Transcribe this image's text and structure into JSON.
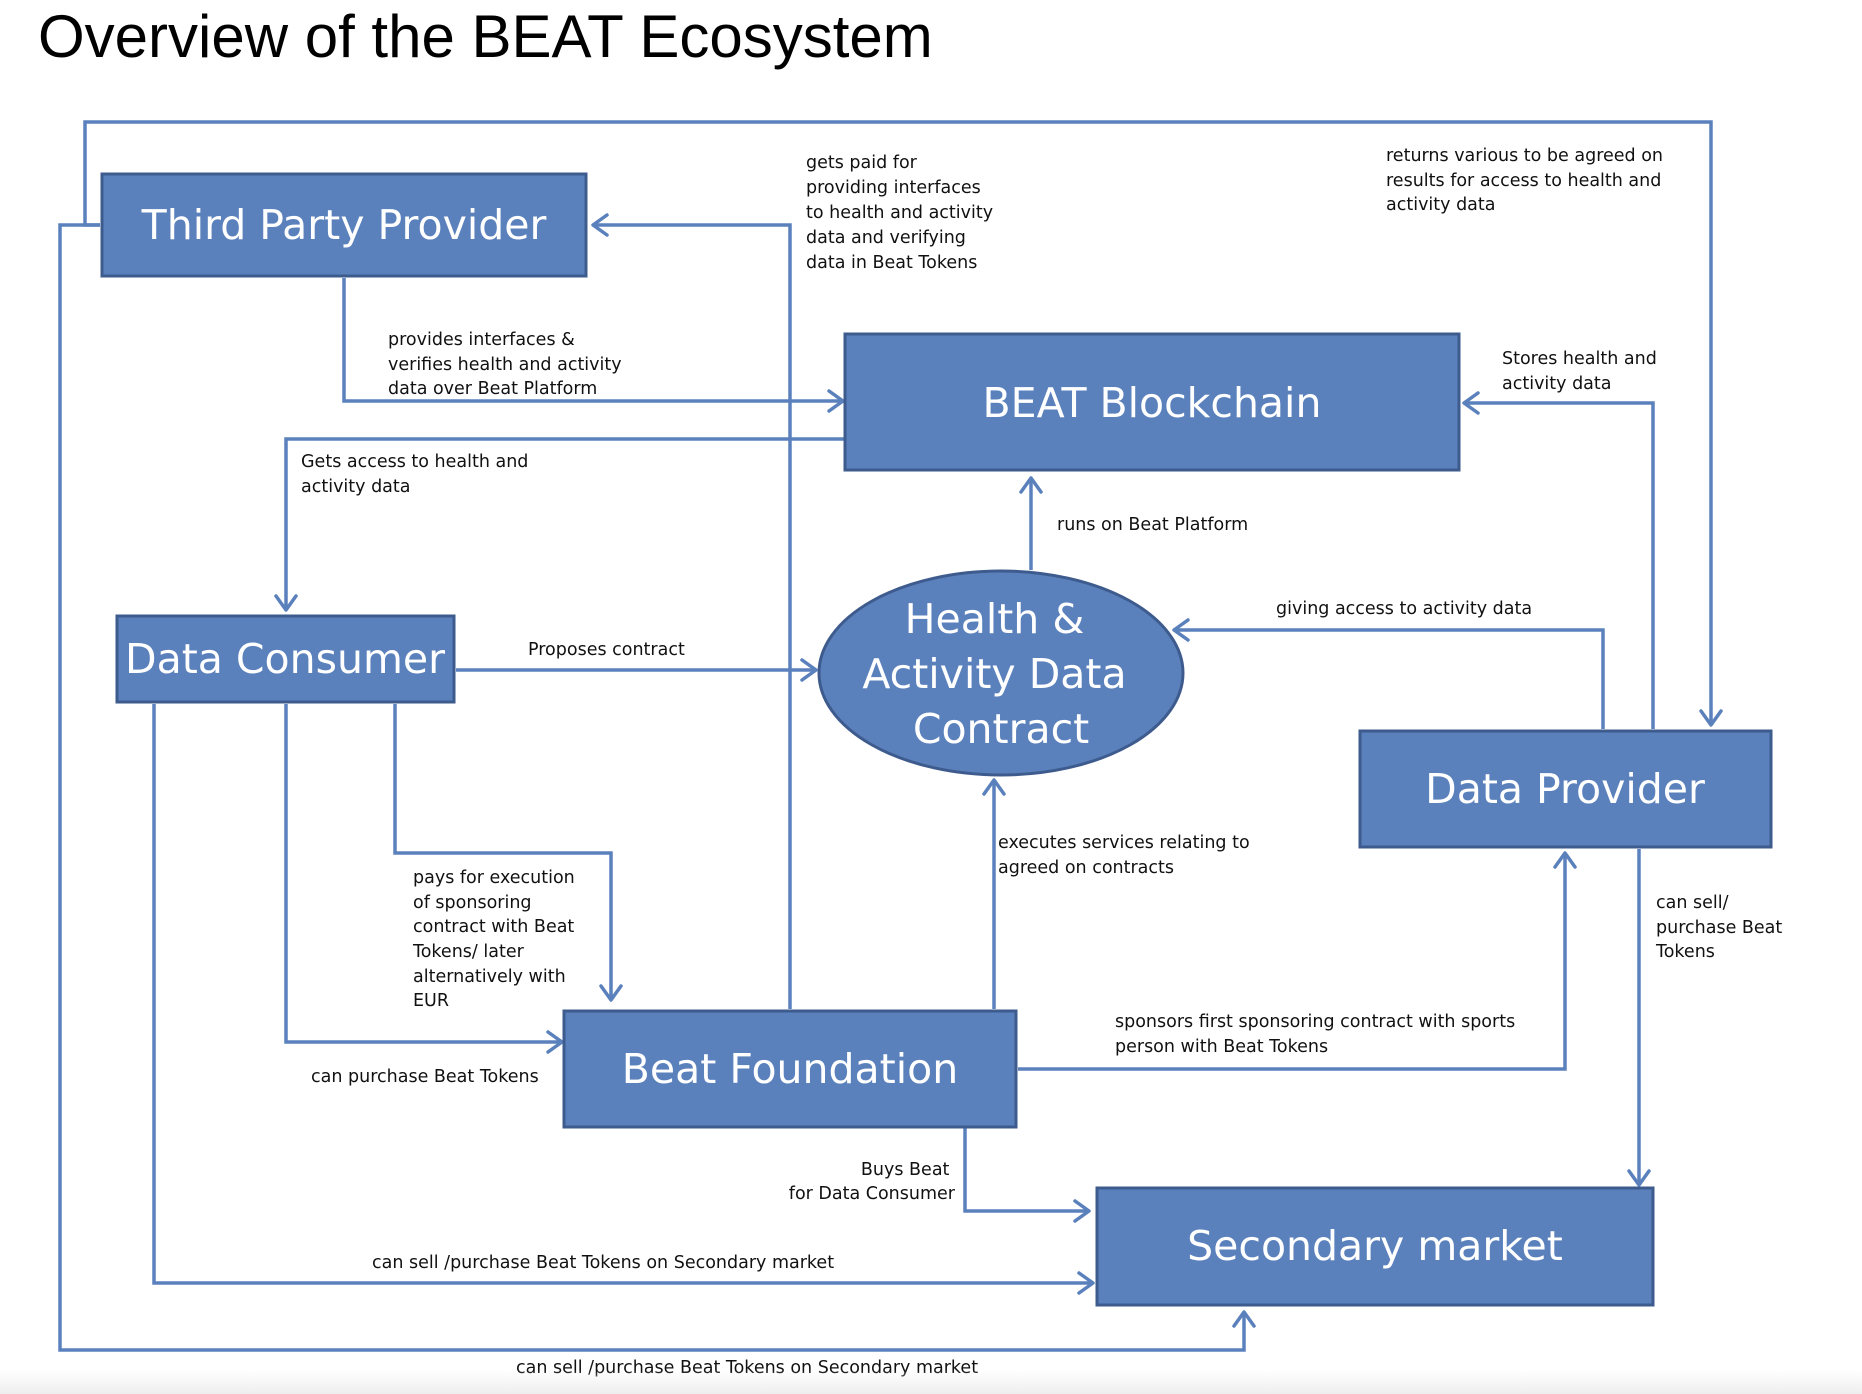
{
  "title": "Overview of the BEAT Ecosystem",
  "colors": {
    "node_fill": "#5b81bd",
    "node_border": "#3e5b8e",
    "edge": "#5b81bd"
  },
  "nodes": {
    "third_party_provider": [
      "Third Party Provider"
    ],
    "beat_blockchain": [
      "BEAT Blockchain"
    ],
    "data_consumer": [
      "Data Consumer"
    ],
    "contract": [
      "Health &",
      "Activity Data",
      "Contract"
    ],
    "data_provider": [
      "Data Provider"
    ],
    "beat_foundation": [
      "Beat Foundation"
    ],
    "secondary_market": [
      "Secondary market"
    ]
  },
  "edges": [
    {
      "id": "foundation-to-tpp",
      "from": "Beat Foundation",
      "to": "Third Party Provider",
      "label": [
        "gets paid for",
        "providing interfaces",
        "to health and activity",
        "data and verifying",
        "data in Beat Tokens"
      ]
    },
    {
      "id": "top-to-provider",
      "from": "Third Party Provider",
      "to": "Data Provider",
      "label": [
        "returns various to be agreed on",
        "results for access to health and",
        "activity data"
      ]
    },
    {
      "id": "tpp-to-blockchain",
      "from": "Third Party Provider",
      "to": "BEAT Blockchain",
      "label": [
        "provides interfaces &",
        "verifies health and activity",
        "data over Beat Platform"
      ]
    },
    {
      "id": "provider-to-blockchain",
      "from": "Data Provider",
      "to": "BEAT Blockchain",
      "label": [
        "Stores health and",
        "activity data"
      ]
    },
    {
      "id": "blockchain-to-consumer",
      "from": "BEAT Blockchain",
      "to": "Data Consumer",
      "label": [
        "Gets access to health and",
        "activity data"
      ]
    },
    {
      "id": "contract-to-blockchain",
      "from": "Health & Activity Data Contract",
      "to": "BEAT Blockchain",
      "label": [
        "runs on Beat Platform"
      ]
    },
    {
      "id": "provider-to-contract",
      "from": "Data Provider",
      "to": "Health & Activity Data Contract",
      "label": [
        "giving access to activity data"
      ]
    },
    {
      "id": "consumer-to-contract",
      "from": "Data Consumer",
      "to": "Health & Activity Data Contract",
      "label": [
        "Proposes contract"
      ]
    },
    {
      "id": "foundation-to-contract",
      "from": "Beat Foundation",
      "to": "Health & Activity Data Contract",
      "label": [
        "executes services relating to",
        "agreed on contracts"
      ]
    },
    {
      "id": "consumer-pays-foundation",
      "from": "Data Consumer",
      "to": "Beat Foundation",
      "label": [
        "pays for execution",
        "of sponsoring",
        "contract  with Beat",
        "Tokens/ later",
        "alternatively with",
        "EUR"
      ]
    },
    {
      "id": "consumer-purchases-foundation",
      "from": "Data Consumer",
      "to": "Beat Foundation",
      "label": [
        "can purchase Beat Tokens"
      ]
    },
    {
      "id": "foundation-to-provider",
      "from": "Beat Foundation",
      "to": "Data Provider",
      "label": [
        "sponsors first sponsoring contract with  sports",
        "person with Beat Tokens"
      ]
    },
    {
      "id": "provider-to-market",
      "from": "Data Provider",
      "to": "Secondary market",
      "label": [
        "can sell/",
        "purchase Beat",
        "Tokens"
      ]
    },
    {
      "id": "foundation-to-market",
      "from": "Beat Foundation",
      "to": "Secondary market",
      "label": [
        "Buys Beat",
        "for Data Consumer"
      ]
    },
    {
      "id": "consumer-to-market",
      "from": "Data Consumer",
      "to": "Secondary market",
      "label": [
        "can sell /purchase Beat Tokens on Secondary market"
      ]
    },
    {
      "id": "tpp-to-market",
      "from": "Third Party Provider",
      "to": "Secondary market",
      "label": [
        "can sell /purchase Beat Tokens on Secondary market"
      ]
    }
  ]
}
